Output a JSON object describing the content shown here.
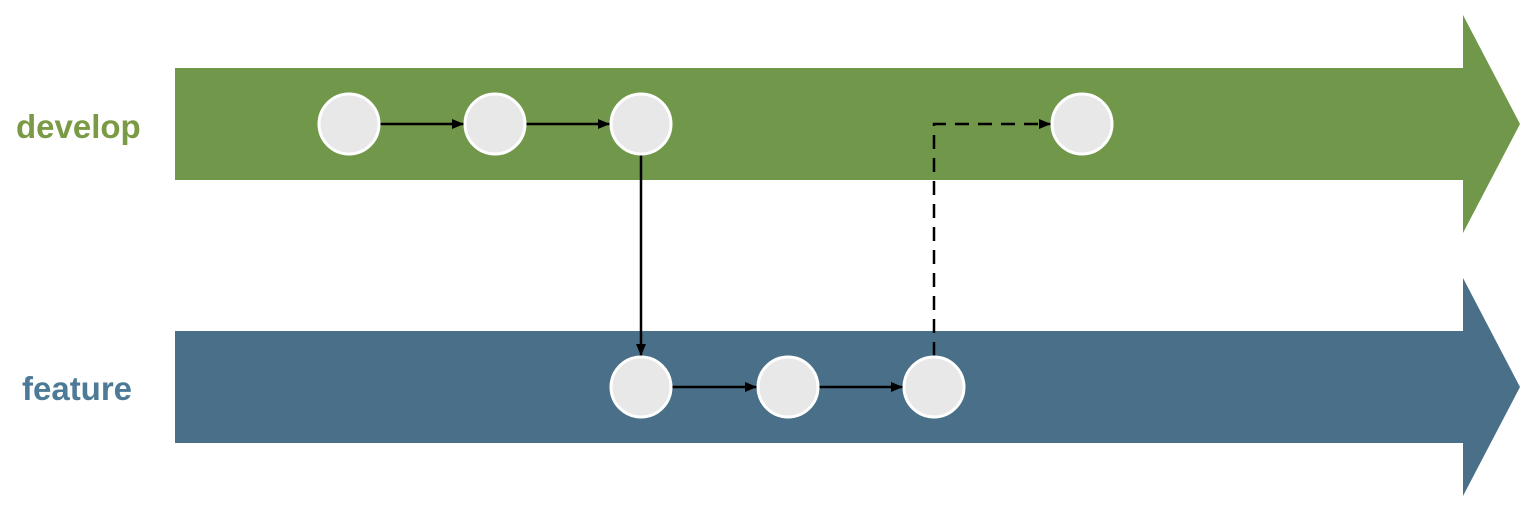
{
  "branches": {
    "develop": {
      "label": "develop",
      "label_color": "#7a9a45",
      "fill_color": "#71984a"
    },
    "feature": {
      "label": "feature",
      "label_color": "#4d7a96",
      "fill_color": "#497088"
    }
  },
  "commits": {
    "develop": 4,
    "feature": 3
  },
  "colors": {
    "commit_fill": "#e8e8e8",
    "commit_stroke": "#ffffff",
    "arrow": "#000000"
  }
}
